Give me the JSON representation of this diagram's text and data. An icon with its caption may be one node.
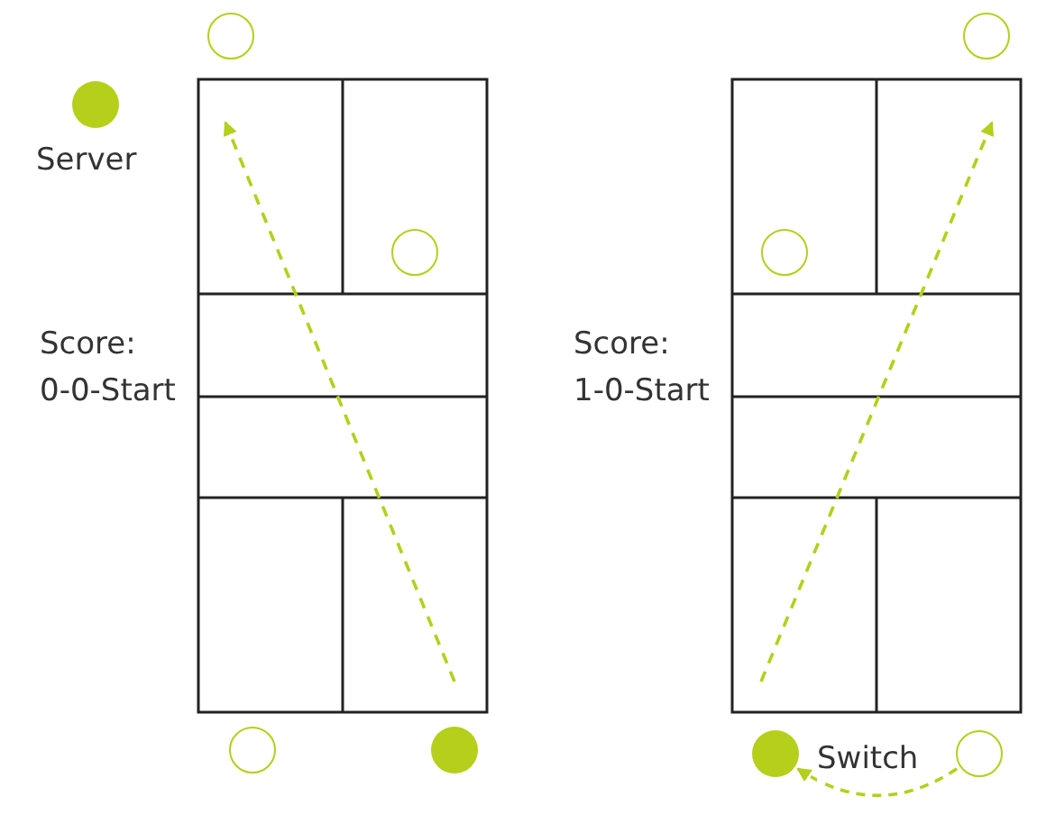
{
  "diagram": {
    "nodes": [
      {
        "text": [],
        "shape": "circle"
      },
      {
        "text": [],
        "shape": "circle"
      },
      {
        "text": [],
        "shape": "circle",
        "beside": [
          "Server"
        ]
      },
      {
        "text": [],
        "shape": "circle"
      },
      {
        "text": [],
        "shape": "circle"
      },
      {
        "text": [],
        "shape": "circle"
      },
      {
        "text": [],
        "shape": "circle"
      },
      {
        "text": [],
        "shape": "circle"
      },
      {
        "text": [],
        "shape": "circle"
      }
    ],
    "edges": [
      {
        "from": 8,
        "to": 7,
        "arrow": "to",
        "style": "dashed",
        "label": "Switch"
      }
    ],
    "labels": [
      "Score: 0-0-Start",
      "Score: 1-0-Start"
    ]
  }
}
